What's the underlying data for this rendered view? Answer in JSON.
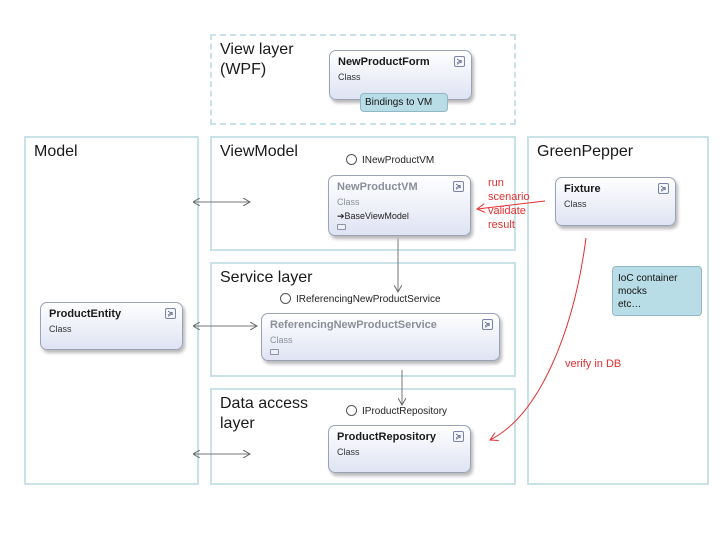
{
  "layers": {
    "view": "View layer\n(WPF)",
    "model": "Model",
    "viewmodel": "ViewModel",
    "greenpepper": "GreenPepper",
    "service": "Service layer",
    "data_access": "Data access\nlayer"
  },
  "classes": {
    "new_product_form": {
      "name": "NewProductForm",
      "type": "Class"
    },
    "new_product_vm": {
      "name": "NewProductVM",
      "type": "Class",
      "base": "BaseViewModel"
    },
    "fixture": {
      "name": "Fixture",
      "type": "Class"
    },
    "product_entity": {
      "name": "ProductEntity",
      "type": "Class"
    },
    "referencing_service": {
      "name": "ReferencingNewProductService",
      "type": "Class"
    },
    "product_repository": {
      "name": "ProductRepository",
      "type": "Class"
    }
  },
  "interfaces": {
    "vm": "INewProductVM",
    "service": "IReferencingNewProductService",
    "repository": "IProductRepository"
  },
  "notes": {
    "bindings": "Bindings to VM",
    "ioc": "IoC container\nmocks\netc…"
  },
  "annotations": {
    "run_scenario": "run\nscenario\nvalidate\nresult",
    "verify_db": "verify in DB"
  },
  "colors": {
    "layer_border": "#c9e2ea",
    "annotation": "#e53030",
    "note_fill": "#b9dde6"
  }
}
